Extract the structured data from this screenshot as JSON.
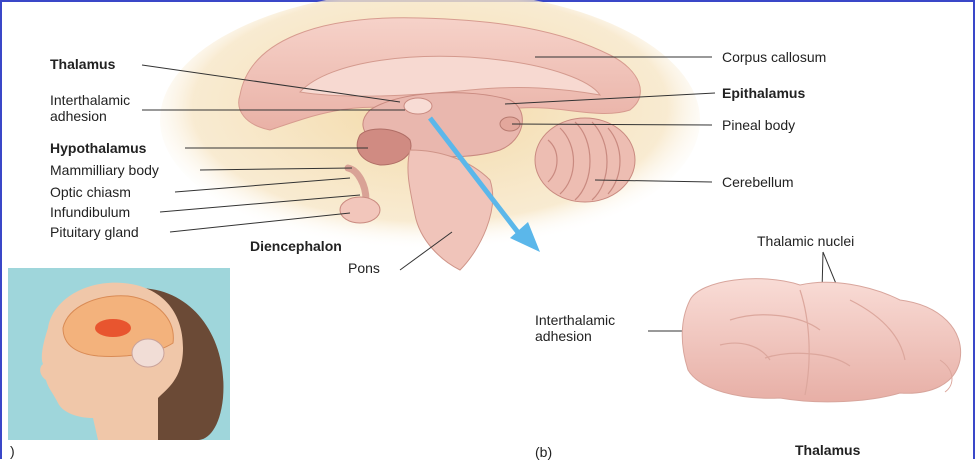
{
  "labels_left": {
    "thalamus": "Thalamus",
    "interthalamic_1": "Interthalamic",
    "interthalamic_2": "adhesion",
    "hypothalamus": "Hypothalamus",
    "mammilliary": "Mammilliary body",
    "optic": "Optic chiasm",
    "infundibulum": "Infundibulum",
    "pituitary": "Pituitary gland"
  },
  "labels_center": {
    "diencephalon": "Diencephalon",
    "pons": "Pons"
  },
  "labels_right": {
    "corpus": "Corpus callosum",
    "epithalamus": "Epithalamus",
    "pineal": "Pineal body",
    "cerebellum": "Cerebellum"
  },
  "panel_b": {
    "nuclei": "Thalamic nuclei",
    "interthalamic_1": "Interthalamic",
    "interthalamic_2": "adhesion",
    "caption": "Thalamus",
    "letter": "(b)"
  },
  "panel_a": {
    "letter": ")"
  },
  "colors": {
    "frame": "#3a47c8",
    "arrow": "#5bb7ea",
    "brain_pink": "#f2c9bf",
    "halo": "#f3d9a6",
    "inset_bg": "#9fd6db"
  }
}
